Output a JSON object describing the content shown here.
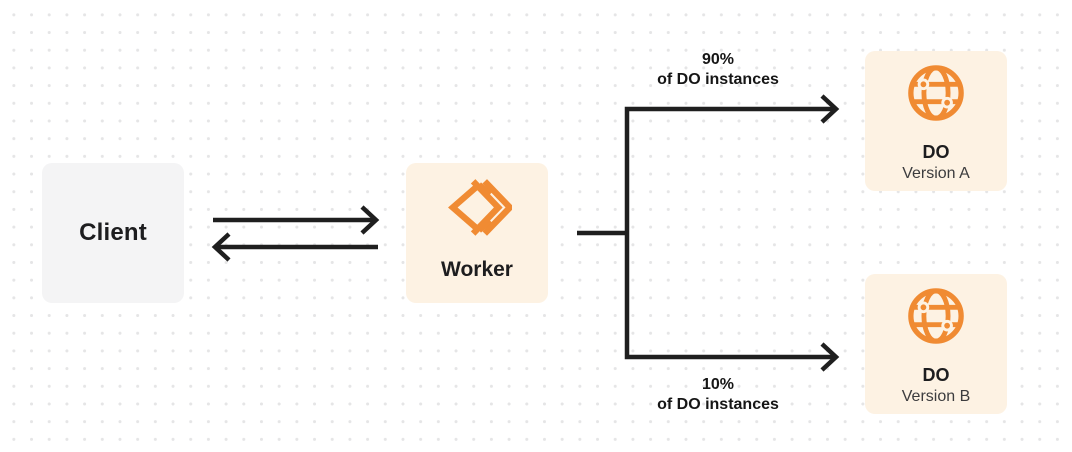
{
  "diagram": {
    "description": "Worker routing traffic between two Durable Object versions",
    "colors": {
      "background": "#ffffff",
      "dot_grid": "#e5e5e6",
      "arrow": "#1f1f1f",
      "accent_orange": "#f08b33",
      "node_cream": "#fdf2e3",
      "node_gray": "#f4f4f5",
      "text_primary": "#1d1d1f",
      "text_secondary": "#3c3c3e"
    },
    "nodes": {
      "client": {
        "label": "Client"
      },
      "worker": {
        "label": "Worker",
        "icon": "workers-icon"
      },
      "do_a": {
        "title": "DO",
        "subtitle": "Version A",
        "icon": "globe-icon"
      },
      "do_b": {
        "title": "DO",
        "subtitle": "Version B",
        "icon": "globe-icon"
      }
    },
    "edges": {
      "client_worker": {
        "direction": "bidirectional"
      },
      "worker_to_do_a": {
        "label_line1": "90%",
        "label_line2": "of DO instances"
      },
      "worker_to_do_b": {
        "label_line1": "10%",
        "label_line2": "of DO instances"
      }
    }
  }
}
